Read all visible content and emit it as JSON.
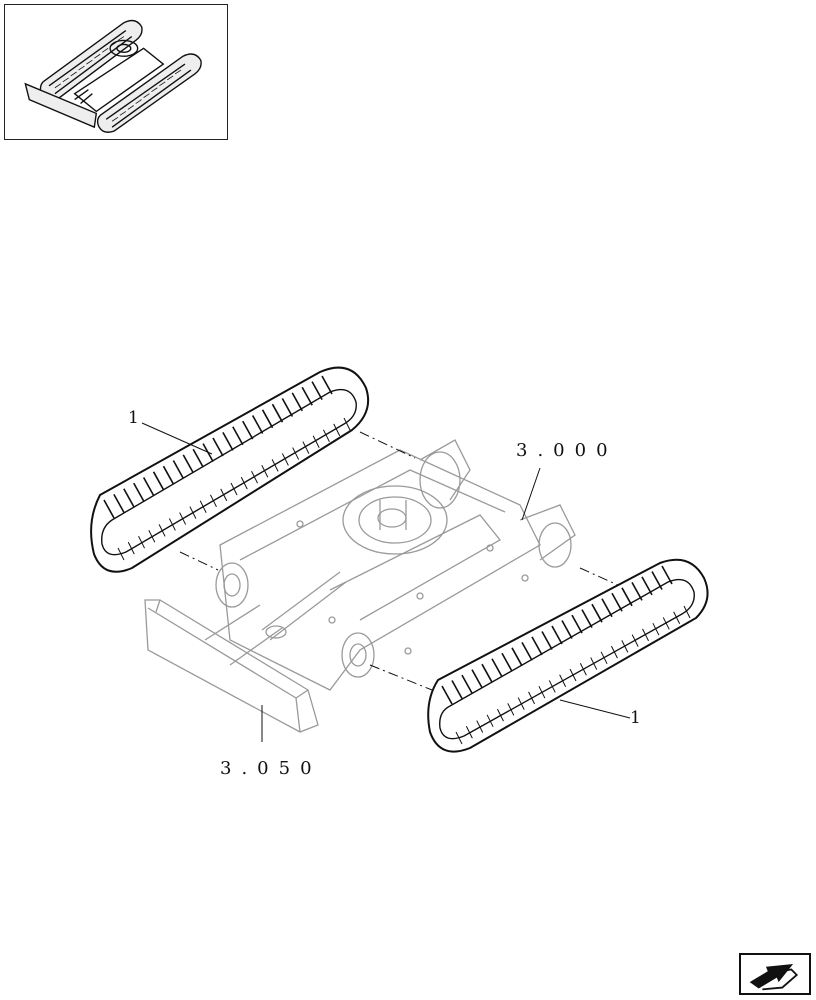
{
  "references": {
    "frame": "3.000",
    "blade": "3.050"
  },
  "callouts": {
    "track_left": "1",
    "track_right": "1"
  },
  "icons": {
    "thumbnail": "excavator-undercarriage-thumbnail-icon",
    "nav": "previous-page-arrow-icon"
  },
  "colors": {
    "line": "#111111",
    "ghost": "#9a9a9a"
  }
}
